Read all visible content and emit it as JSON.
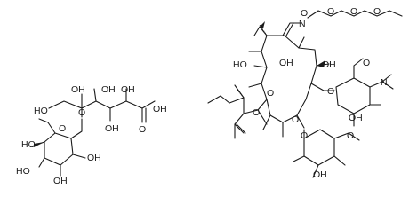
{
  "labels": {
    "OH": "OH",
    "HO": "HO",
    "O": "O",
    "N": "N"
  }
}
